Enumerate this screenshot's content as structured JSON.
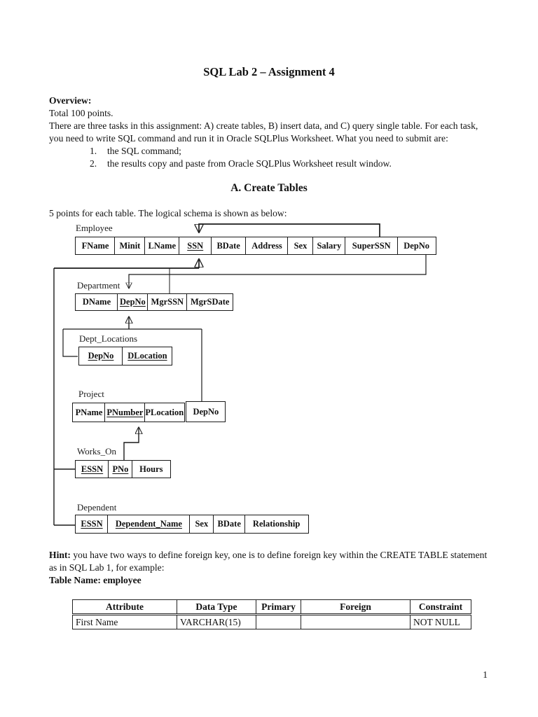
{
  "page": {
    "title": "SQL Lab 2 – Assignment 4",
    "page_number": "1"
  },
  "overview": {
    "heading": "Overview:",
    "total_line": "Total 100 points.",
    "paragraph": "There are three tasks in this assignment: A) create tables, B) insert data, and C) query single table. For each task, you need to write SQL command and run it in Oracle SQLPlus Worksheet. What you need to submit are:",
    "list": [
      {
        "num": "1.",
        "label": "the SQL command;"
      },
      {
        "num": "2.",
        "label": "the results copy and paste from Oracle SQLPlus Worksheet result window."
      }
    ]
  },
  "section_a": {
    "heading": "A. Create Tables",
    "intro": "5 points for each table. The logical schema is shown as below:"
  },
  "diagram": {
    "tables": [
      {
        "name": "Employee",
        "cells": [
          {
            "label": "FName"
          },
          {
            "label": "Minit"
          },
          {
            "label": "LName"
          },
          {
            "label": "SSN",
            "key": true
          },
          {
            "label": "BDate"
          },
          {
            "label": "Address"
          },
          {
            "label": "Sex"
          },
          {
            "label": "Salary"
          },
          {
            "label": "SuperSSN"
          },
          {
            "label": "DepNo"
          }
        ]
      },
      {
        "name": "Department",
        "cells": [
          {
            "label": "DName"
          },
          {
            "label": "DepNo",
            "key": true
          },
          {
            "label": "MgrSSN"
          },
          {
            "label": "MgrSDate"
          }
        ]
      },
      {
        "name": "Dept_Locations",
        "cells": [
          {
            "label": "DepNo",
            "key": true
          },
          {
            "label": "DLocation",
            "key": true
          }
        ]
      },
      {
        "name": "Project",
        "cells": [
          {
            "label": "PName"
          },
          {
            "label": "PNumber",
            "key": true
          },
          {
            "label": "PLocation"
          },
          {
            "label": "DepNo"
          }
        ]
      },
      {
        "name": "Works_On",
        "cells": [
          {
            "label": "ESSN",
            "key": true
          },
          {
            "label": "PNo",
            "key": true
          },
          {
            "label": "Hours"
          }
        ]
      },
      {
        "name": "Dependent",
        "cells": [
          {
            "label": "ESSN",
            "key": true
          },
          {
            "label": "Dependent_Name",
            "key": true
          },
          {
            "label": "Sex"
          },
          {
            "label": "BDate"
          },
          {
            "label": "Relationship"
          }
        ]
      }
    ]
  },
  "hint": {
    "bold": "Hint:",
    "text": " you have two ways to define foreign key, one is to define foreign key within the CREATE TABLE statement as in SQL Lab 1, for example:",
    "table_name": "Table Name: employee"
  },
  "example_table": {
    "headers": [
      "Attribute",
      "Data Type",
      "Primary",
      "Foreign",
      "Constraint"
    ],
    "rows": [
      [
        "First Name",
        "VARCHAR(15)",
        "",
        "",
        "NOT NULL"
      ]
    ]
  }
}
